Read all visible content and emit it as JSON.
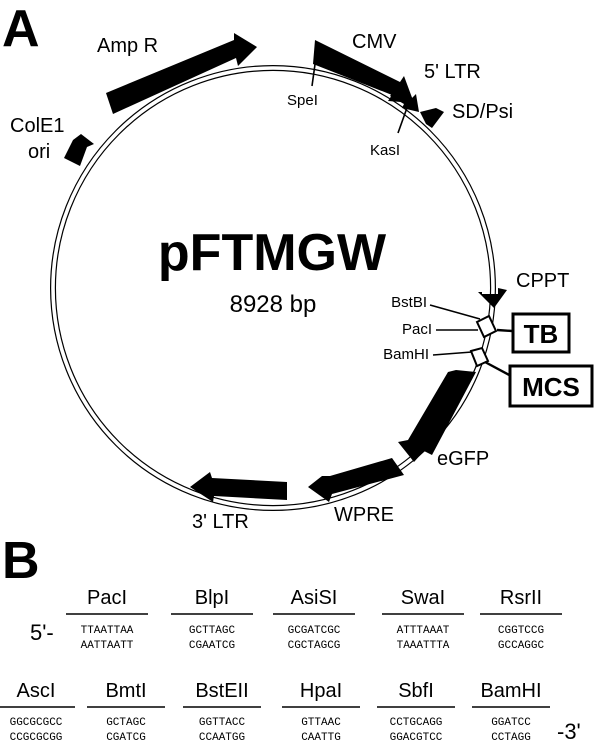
{
  "panel_a": {
    "label": "A",
    "plasmid_name": "pFTMGW",
    "plasmid_size": "8928 bp",
    "features": {
      "amp_r": "Amp R",
      "cmv": "CMV",
      "ltr5": "5' LTR",
      "sd_psi": "SD/Psi",
      "cole1_line1": "ColE1",
      "cole1_line2": "ori",
      "cppt": "CPPT",
      "egfp": "eGFP",
      "wpre": "WPRE",
      "ltr3": "3' LTR"
    },
    "sites": {
      "spei": "SpeI",
      "kasi": "KasI",
      "bstbi": "BstBI",
      "paci": "PacI",
      "bamhi": "BamHI"
    },
    "boxes": {
      "tb": "TB",
      "mcs": "MCS"
    }
  },
  "panel_b": {
    "label": "B",
    "five_prime": "5'-",
    "three_prime": "-3'",
    "row1": [
      {
        "name": "PacI",
        "top": "TTAATTAA",
        "bottom": "AATTAATT"
      },
      {
        "name": "BlpI",
        "top": "GCTTAGC",
        "bottom": "CGAATCG"
      },
      {
        "name": "AsiSI",
        "top": "GCGATCGC",
        "bottom": "CGCTAGCG"
      },
      {
        "name": "SwaI",
        "top": "ATTTAAAT",
        "bottom": "TAAATTTA"
      },
      {
        "name": "RsrII",
        "top": "CGGTCCG",
        "bottom": "GCCAGGC"
      }
    ],
    "row2": [
      {
        "name": "AscI",
        "top": "GGCGCGCC",
        "bottom": "CCGCGCGG"
      },
      {
        "name": "BmtI",
        "top": "GCTAGC",
        "bottom": "CGATCG"
      },
      {
        "name": "BstEII",
        "top": "GGTTACC",
        "bottom": "CCAATGG"
      },
      {
        "name": "HpaI",
        "top": "GTTAAC",
        "bottom": "CAATTG"
      },
      {
        "name": "SbfI",
        "top": "CCTGCAGG",
        "bottom": "GGACGTCC"
      },
      {
        "name": "BamHI",
        "top": "GGATCC",
        "bottom": "CCTAGG"
      }
    ]
  }
}
